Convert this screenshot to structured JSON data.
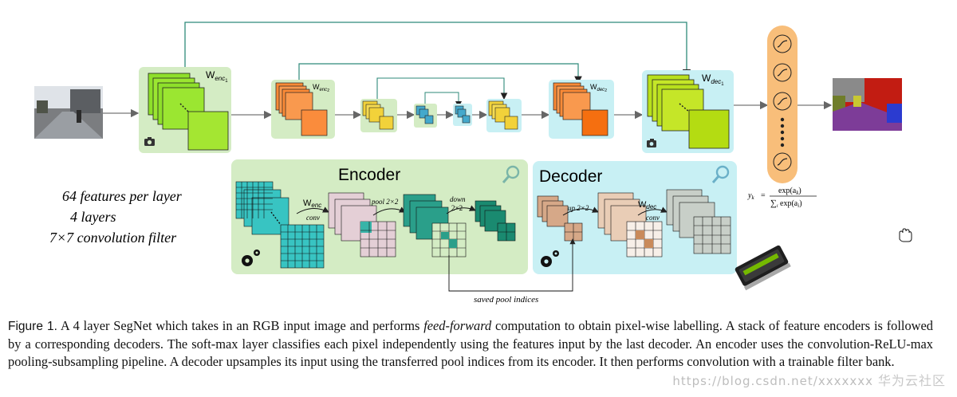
{
  "diagram": {
    "weights": {
      "enc1": {
        "base": "W",
        "sub": "enc",
        "subsub": "1"
      },
      "enc2": {
        "base": "W",
        "sub": "enc",
        "subsub": "2"
      },
      "dec2": {
        "base": "W",
        "sub": "dec",
        "subsub": "2"
      },
      "dec1": {
        "base": "W",
        "sub": "dec",
        "subsub": "1"
      }
    },
    "encoder_panel": {
      "title": "Encoder",
      "weight": {
        "base": "W",
        "sub": "enc"
      },
      "ops": [
        "conv",
        "pool 2×2",
        "down",
        "2×2"
      ]
    },
    "decoder_panel": {
      "title": "Decoder",
      "weight": {
        "base": "W",
        "sub": "dec"
      },
      "ops": [
        "up 2×2",
        "conv"
      ]
    },
    "saved_pool_label": "saved pool indices",
    "layer_params": [
      "64 features per layer",
      "4 layers",
      "7×7 convolution filter"
    ],
    "softmax": {
      "lhs": "y",
      "lhs_sub": "k",
      "numerator": "exp(a",
      "numerator_sub": "k",
      "denominator_sum": "∑",
      "denominator_sum_sub": "i",
      "denominator": "exp(a",
      "denominator_sub": "i"
    },
    "icons": [
      "camera-icon",
      "gear-icon",
      "search-icon",
      "sigmoid-icon",
      "hand-cursor-icon",
      "gpu-card-icon"
    ]
  },
  "caption": {
    "label": "Figure 1.",
    "text_before": " A 4 layer SegNet which takes in an RGB input image and performs ",
    "emphasis": "feed-forward",
    "text_after": " computation to obtain pixel-wise labelling. A stack of feature encoders is followed by a corresponding decoders. The soft-max layer classifies each pixel independently using the features input by the last decoder. An encoder uses the convolution-ReLU-max pooling-subsampling pipeline. A decoder upsamples its input using the transferred pool indices from its encoder. It then performs convolution with a trainable filter bank."
  },
  "watermark": {
    "url": "https://blog.csdn.net/xxxxxxx",
    "brand": "华为云社区"
  },
  "colors": {
    "encoder_bg": "#d4ecc4",
    "decoder_bg": "#c8f0f4",
    "enc_maps": "#8ee02a",
    "enc2_maps": "#fb8a36",
    "mid_maps": "#f2d23a",
    "small_maps": "#44a9cc",
    "teal_grid": "#38c4c2",
    "pink_grid": "#e4cfd6",
    "softmax_bar": "#f8be7a",
    "arrow": "#777777"
  }
}
